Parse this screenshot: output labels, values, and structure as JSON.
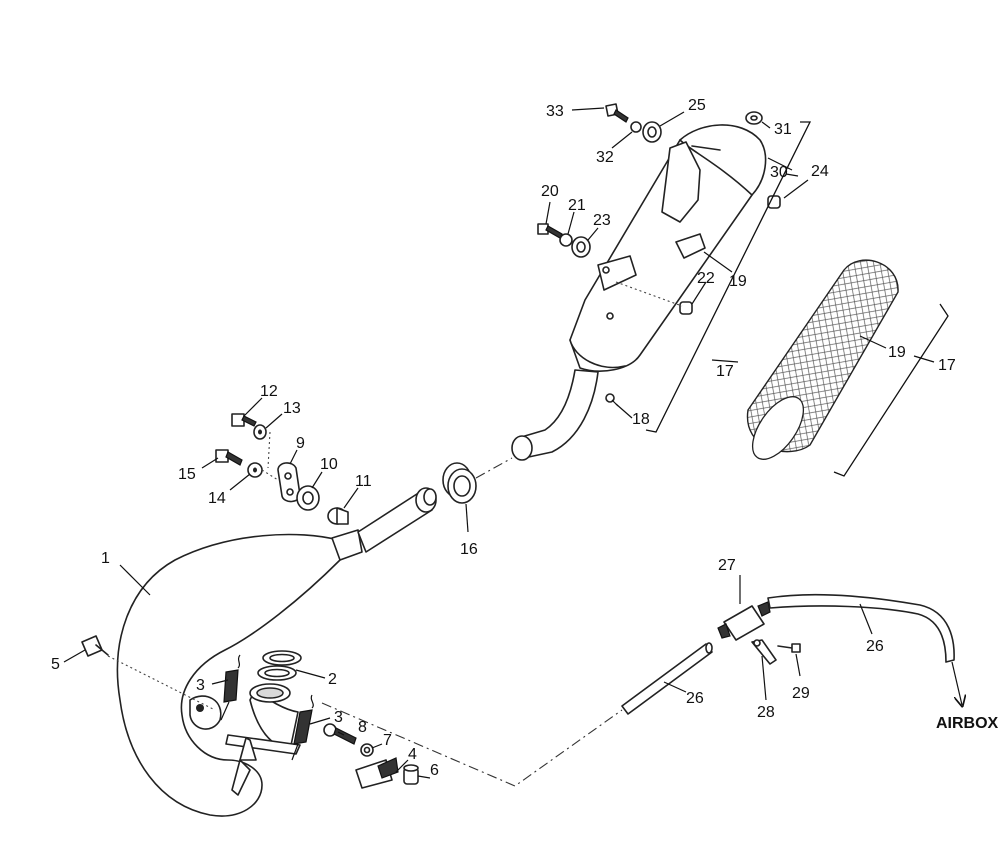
{
  "diagram": {
    "callouts": [
      "1",
      "2",
      "3",
      "3",
      "4",
      "5",
      "6",
      "7",
      "8",
      "9",
      "10",
      "11",
      "12",
      "13",
      "14",
      "15",
      "16",
      "17",
      "17",
      "18",
      "19",
      "19",
      "20",
      "21",
      "22",
      "23",
      "24",
      "25",
      "26",
      "26",
      "27",
      "28",
      "29",
      "30",
      "31",
      "32",
      "33"
    ],
    "airbox_label": "AIRBOX"
  }
}
